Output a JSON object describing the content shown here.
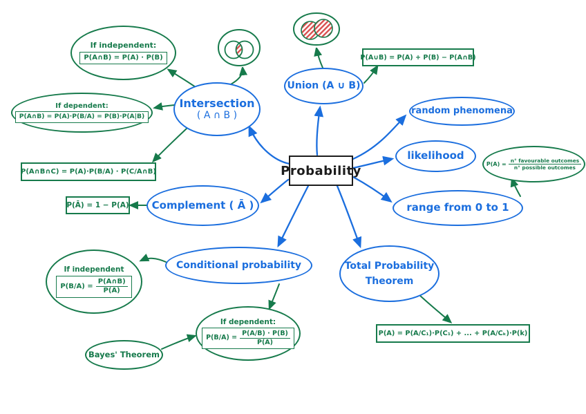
{
  "center": {
    "label": "Probability"
  },
  "nodes": {
    "intersection": {
      "line1": "Intersection",
      "line2": "( A ∩ B )"
    },
    "union": {
      "label": "Union (A ∪ B)"
    },
    "random_phenomena": {
      "label": "random phenomena"
    },
    "likelihood": {
      "label": "likelihood"
    },
    "range": {
      "label": "range from 0 to 1"
    },
    "complement": {
      "label": "Complement ( Ā )"
    },
    "conditional": {
      "label": "Conditional probability"
    },
    "total": {
      "line1": "Total Probability",
      "line2": "Theorem"
    }
  },
  "formulas": {
    "independent_intersection": {
      "title": "If independent:",
      "formula": "P(A∩B) = P(A) · P(B)"
    },
    "dependent_intersection": {
      "title": "If dependent:",
      "formula": "P(A∩B) = P(A)·P(B/A) = P(B)·P(A|B)"
    },
    "triple_intersection": {
      "formula": "P(A∩B∩C) = P(A)·P(B/A) · P(C/A∩B)"
    },
    "union_formula": {
      "formula": "P(A∪B) = P(A) + P(B) − P(A∩B)"
    },
    "classical": {
      "lhs": "P(A) =",
      "numerator": "n° favourable outcomes",
      "denominator": "n° possible outcomes"
    },
    "complement_formula": {
      "formula": "P(Ā) = 1 − P(A)"
    },
    "conditional_independent": {
      "title": "If independent",
      "lhs": "P(B/A) =",
      "numerator": "P(A∩B)",
      "denominator": "P(A)"
    },
    "conditional_dependent": {
      "title": "If dependent:",
      "lhs": "P(B/A) =",
      "numerator": "P(A/B) · P(B)",
      "denominator": "P(A)"
    },
    "bayes": {
      "label": "Bayes' Theorem"
    },
    "total_formula": {
      "formula": "P(A) = P(A/C₁)·P(C₁) + ... + P(A/Cₖ)·P(k)"
    }
  },
  "icons": {
    "venn_intersection": "venn-diagram-intersection-shaded",
    "venn_union": "venn-diagram-union-shaded"
  },
  "colors": {
    "node_blue": "#1b6ede",
    "branch_green": "#167a4b",
    "venn_red": "#d94f4f",
    "center_black": "#1c1c1c"
  }
}
